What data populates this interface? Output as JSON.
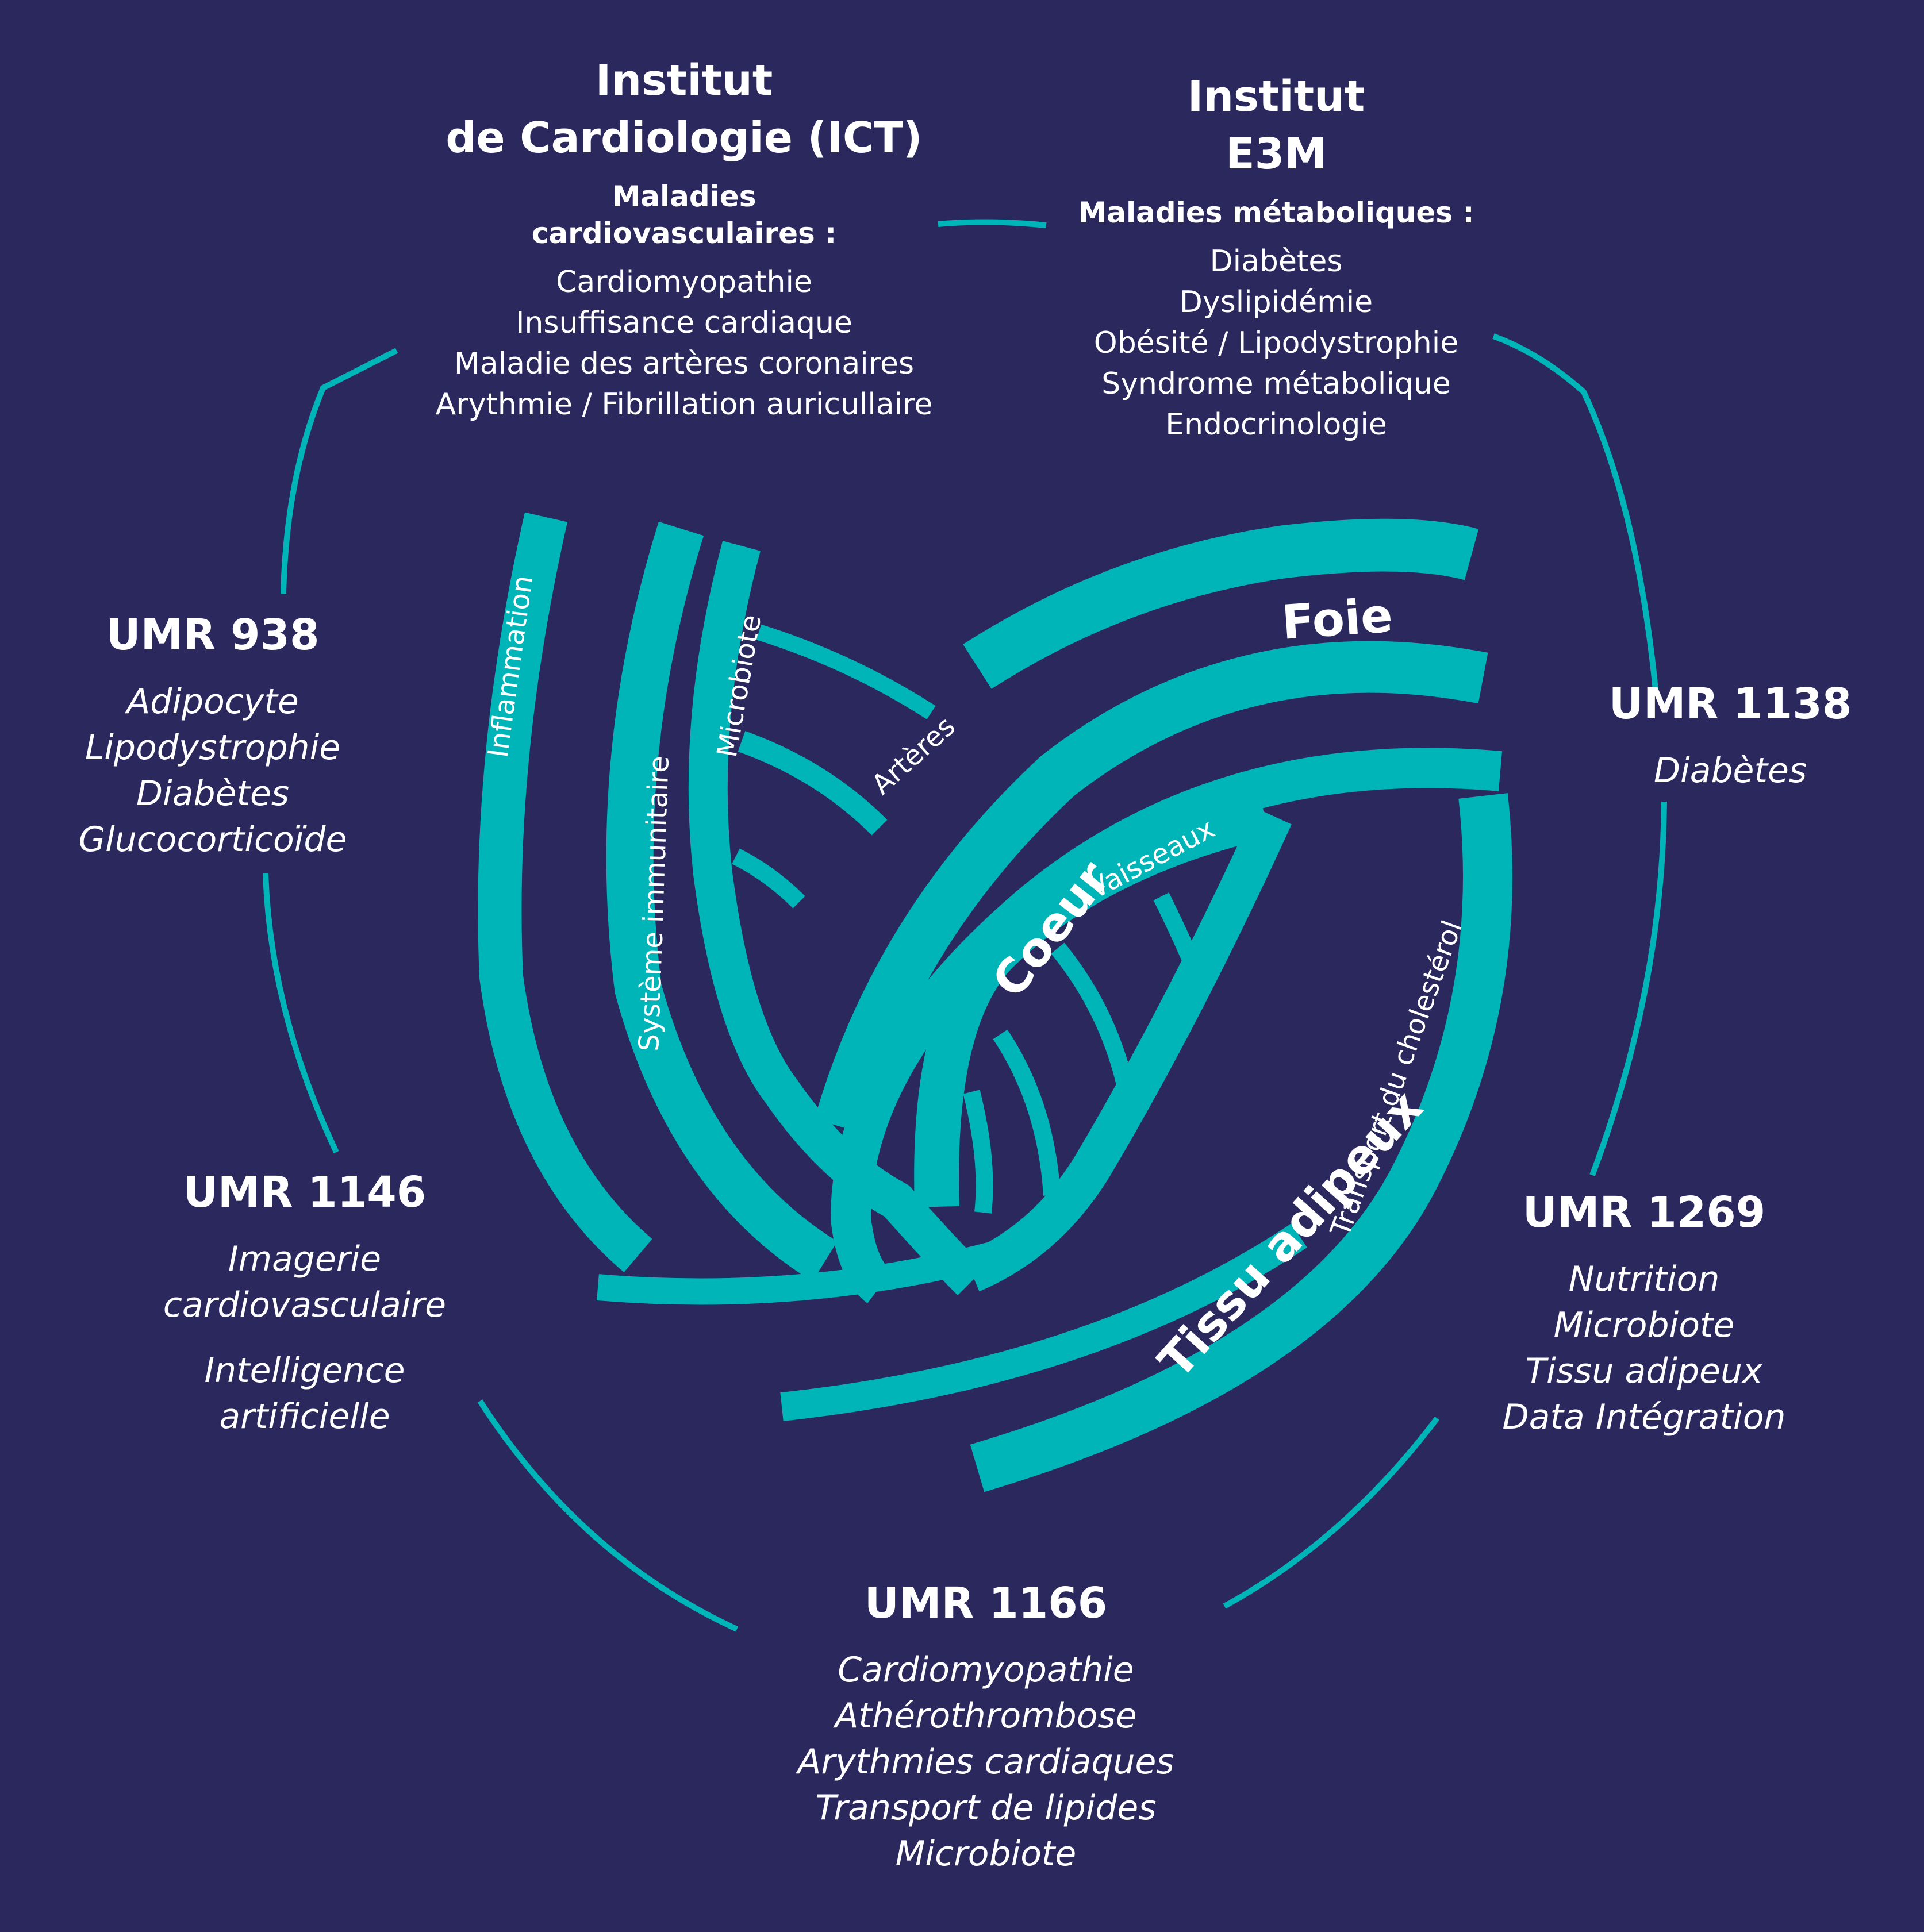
{
  "colors": {
    "background": "#2b285e",
    "accent": "#00b5b8",
    "text": "#ffffff"
  },
  "ict": {
    "title_line1": "Institut",
    "title_line2": "de Cardiologie (ICT)",
    "subtitle_line1": "Maladies",
    "subtitle_line2": "cardiovasculaires :",
    "items": [
      "Cardiomyopathie",
      "Insuffisance cardiaque",
      "Maladie des artères coronaires",
      "Arythmie / Fibrillation auricullaire"
    ]
  },
  "e3m": {
    "title_line1": "Institut",
    "title_line2": "E3M",
    "subtitle": "Maladies métaboliques :",
    "items": [
      "Diabètes",
      "Dyslipidémie",
      "Obésité / Lipodystrophie",
      "Syndrome métabolique",
      "Endocrinologie"
    ]
  },
  "umr938": {
    "title": "UMR 938",
    "items": [
      "Adipocyte",
      "Lipodystrophie",
      "Diabètes",
      "Glucocorticoïde"
    ]
  },
  "umr1138": {
    "title": "UMR 1138",
    "items": [
      "Diabètes"
    ]
  },
  "umr1146": {
    "title": "UMR 1146",
    "items_a": [
      "Imagerie",
      "cardiovasculaire"
    ],
    "items_b": [
      "Intelligence",
      "artificielle"
    ]
  },
  "umr1269": {
    "title": "UMR 1269",
    "items": [
      "Nutrition",
      "Microbiote",
      "Tissu adipeux",
      "Data Intégration"
    ]
  },
  "umr1166": {
    "title": "UMR 1166",
    "items": [
      "Cardiomyopathie",
      "Athérothrombose",
      "Arythmies cardiaques",
      "Transport de lipides",
      "Microbiote"
    ]
  },
  "heart": {
    "foie": "Foie",
    "coeur": "Coeur",
    "tissu_adipeux": "Tissu adipeux",
    "inflammation": "Inflammation",
    "systeme_immunitaire": "Système immunitaire",
    "microbiote": "Microbiote",
    "arteres": "Artères",
    "vaisseaux": "Vaisseaux",
    "transport_cholesterol": "Transport du cholestérol"
  }
}
